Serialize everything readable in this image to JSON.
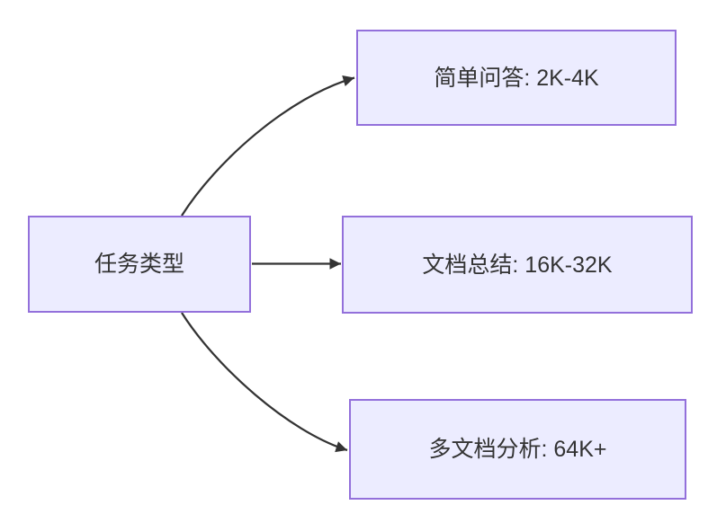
{
  "diagram": {
    "type": "flowchart-left-to-right",
    "root": {
      "label": "任务类型"
    },
    "branches": [
      {
        "id": "simple-qa",
        "label": "简单问答: 2K-4K"
      },
      {
        "id": "doc-summary",
        "label": "文档总结: 16K-32K"
      },
      {
        "id": "multi-doc",
        "label": "多文档分析: 64K+"
      }
    ],
    "edges": [
      {
        "from": "任务类型",
        "to": "简单问答: 2K-4K"
      },
      {
        "from": "任务类型",
        "to": "文档总结: 16K-32K"
      },
      {
        "from": "任务类型",
        "to": "多文档分析: 64K+"
      }
    ],
    "colors": {
      "background": "#FFFFFF",
      "node_fill": "#ECECFF",
      "node_border": "#9370DB",
      "edge_line": "#333333",
      "label_text": "#333333"
    }
  }
}
